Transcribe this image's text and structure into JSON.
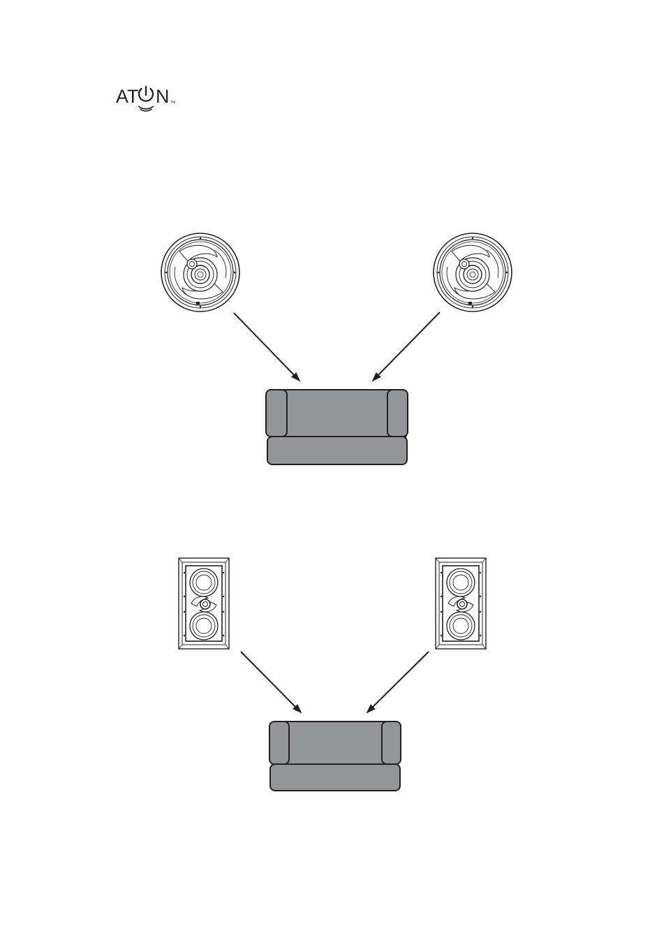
{
  "logo": {
    "brand_prefix": "AT",
    "brand_suffix": "N",
    "trademark": "TM"
  },
  "colors": {
    "ink": "#231f20",
    "sofa_fill": "#939598",
    "background": "#ffffff"
  },
  "icons": {
    "ceiling_speaker": "round-in-ceiling-speaker-icon",
    "wall_speaker": "rectangular-in-wall-speaker-icon",
    "sofa": "sofa-icon",
    "arrow": "arrow-icon"
  }
}
